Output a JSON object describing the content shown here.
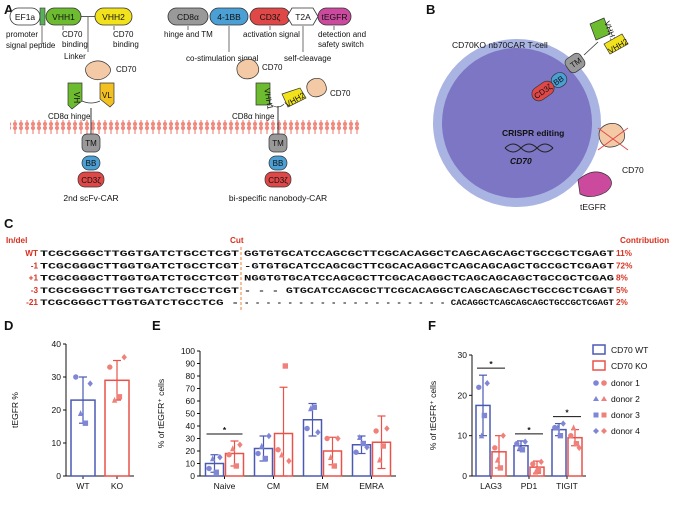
{
  "panels": {
    "A": "A",
    "B": "B",
    "C": "C",
    "D": "D",
    "E": "E",
    "F": "F"
  },
  "colors": {
    "wt": "#4a5ab3",
    "ko": "#e8524a",
    "dot_wt": "#7f86d6",
    "dot_ko": "#f0817a",
    "cut": "#f08030",
    "red_text": "#d7301f",
    "vhh1": "#6dbb2e",
    "vhh2": "#f2e21c",
    "cd8": "#999999",
    "bb": "#4a9fd4",
    "cd3z": "#e04848",
    "tegfr": "#cc4a9e",
    "cell": "#7c76c4",
    "cell_ring": "#a9b4e2"
  },
  "panel_a": {
    "construct": {
      "ef1a": "EF1a",
      "vhh1": "VHH1",
      "vhh2": "VHH2",
      "cd8a": "CD8α",
      "bb41": "4-1BB",
      "cd3z": "CD3ζ",
      "t2a": "T2A",
      "tegfr": "tEGFR"
    },
    "annotations": {
      "promoter": "promoter",
      "signal_peptide": "signal peptide",
      "cd70_binding_1": "CD70",
      "binding_1": "binding",
      "linker": "Linker",
      "cd70_binding_2": "CD70",
      "binding_2": "binding",
      "hinge_tm": "hinge and TM",
      "costim": "co-stimulation signal",
      "activation": "activation signal",
      "self_cleavage": "self-cleavage",
      "detection": "detection and",
      "safety": "safety switch"
    },
    "car1": {
      "cd70": "CD70",
      "vh": "VH",
      "vl": "VL",
      "hinge": "CD8α hinge",
      "tm": "TM",
      "bb": "BB",
      "cd3z": "CD3ζ",
      "title": "2nd scFv-CAR"
    },
    "car2": {
      "cd70_a": "CD70",
      "cd70_b": "CD70",
      "vhh1": "VHH1",
      "vhh2": "VHH2",
      "hinge": "CD8α hinge",
      "tm": "TM",
      "bb": "BB",
      "cd3z": "CD3ζ",
      "title": "bi-specific nanobody-CAR"
    }
  },
  "panel_b": {
    "cell_title": "CD70KO nb70CAR T-cell",
    "vhh1": "VHH1",
    "vhh2": "VHH2",
    "tm": "TM",
    "bb": "BB",
    "cd3z": "CD3ζ",
    "crispr": "CRISPR editing",
    "cd70_gene": "CD70",
    "cd70": "CD70",
    "tegfr": "tEGFR"
  },
  "panel_c": {
    "indel_header": "In/del",
    "cut_header": "Cut",
    "contribution_header": "Contribution",
    "rows": [
      {
        "indel": "WT",
        "left": "TCGCGGGCTTGGTGATCTGCCTCGT",
        "right": "GGTGTGCATCCAGCGCTTCGCACAGGCTCAGCAGCAGCTGCCGCTCGAGT",
        "contrib": "11%"
      },
      {
        "indel": "-1",
        "left": "TCGCGGGCTTGGTGATCTGCCTCGT",
        "right": "-GTGTGCATCCAGCGCTTCGCACAGGCTCAGCAGCAGCTGCCGCTCGAGT",
        "contrib": "72%"
      },
      {
        "indel": "+1",
        "left": "TCGCGGGCTTGGTGATCTGCCTCGT",
        "right": "NGGTGTGCATCCAGCGCTTCGCACAGGCTCAGCAGCAGCTGCCGCTCGAG",
        "contrib": "8%"
      },
      {
        "indel": "-3",
        "left": "TCGCGGGCTTGGTGATCTGCCTCGT",
        "right": "- - -  GTGCATCCAGCGCTTCGCACAGGCTCAGCAGCAGCTGCCGCTCGAGT",
        "contrib": "5%"
      },
      {
        "indel": "-21",
        "left": "TCGCGGGCTTGGTGATCTGCCTCG -",
        "right": "- - - - - - - - - - - - - - - - - - - CACAGGCTCAGCAGCAGCTGCCGCTCGAGT",
        "contrib": "2%"
      }
    ]
  },
  "legend": {
    "wt": "CD70 WT",
    "ko": "CD70 KO",
    "donors": [
      "donor 1",
      "donor 2",
      "donor 3",
      "donor 4"
    ]
  },
  "chart_data": [
    {
      "panel": "D",
      "type": "bar",
      "ylabel": "tEGFR %",
      "categories": [
        "WT",
        "KO"
      ],
      "ylim": [
        0,
        40
      ],
      "yticks": [
        0,
        10,
        20,
        30,
        40
      ],
      "series": [
        {
          "name": "CD70 WT",
          "values": [
            23
          ],
          "sd": [
            7
          ],
          "points": [
            [
              30,
              19,
              16,
              28
            ]
          ]
        },
        {
          "name": "CD70 KO",
          "values": [
            29
          ],
          "sd": [
            6
          ],
          "points": [
            [
              33,
              23,
              24,
              36
            ]
          ]
        }
      ]
    },
    {
      "panel": "E",
      "type": "bar",
      "ylabel": "% of tEGFR⁺ cells",
      "categories": [
        "Naive",
        "CM",
        "EM",
        "EMRA"
      ],
      "ylim": [
        0,
        100
      ],
      "yticks": [
        0,
        10,
        20,
        30,
        40,
        50,
        60,
        70,
        80,
        90,
        100
      ],
      "significance": [
        {
          "category": "Naive",
          "label": "*"
        }
      ],
      "series": [
        {
          "name": "CD70 WT",
          "values": [
            10,
            22,
            45,
            25
          ],
          "sd": [
            7,
            10,
            13,
            7
          ],
          "points": [
            [
              6,
              14,
              3,
              15
            ],
            [
              18,
              24,
              14,
              32
            ],
            [
              38,
              54,
              55,
              35
            ],
            [
              19,
              31,
              26,
              23
            ]
          ]
        },
        {
          "name": "CD70 KO",
          "values": [
            18,
            34,
            20,
            27
          ],
          "sd": [
            10,
            37,
            11,
            21
          ],
          "points": [
            [
              17,
              22,
              8,
              25
            ],
            [
              21,
              17,
              88,
              12
            ],
            [
              30,
              15,
              8,
              30
            ],
            [
              36,
              13,
              24,
              38
            ]
          ]
        }
      ]
    },
    {
      "panel": "F",
      "type": "bar",
      "ylabel": "% of tEGFR⁺ cells",
      "categories": [
        "LAG3",
        "PD1",
        "TIGIT"
      ],
      "ylim": [
        0,
        30
      ],
      "yticks": [
        0,
        10,
        20,
        30
      ],
      "significance": [
        {
          "category": "LAG3",
          "label": "*"
        },
        {
          "category": "PD1",
          "label": "*"
        },
        {
          "category": "TIGIT",
          "label": "*"
        }
      ],
      "series": [
        {
          "name": "CD70 WT",
          "values": [
            17.5,
            7.5,
            11.5
          ],
          "sd": [
            7.5,
            1.2,
            1.5
          ],
          "points": [
            [
              22,
              10,
              15,
              23
            ],
            [
              8,
              7,
              6.5,
              8.5
            ],
            [
              12,
              12,
              10,
              13
            ]
          ]
        },
        {
          "name": "CD70 KO",
          "values": [
            6,
            2.2,
            9.5
          ],
          "sd": [
            4,
            1.5,
            2
          ],
          "points": [
            [
              7,
              4,
              2,
              10
            ],
            [
              3,
              1,
              1.5,
              3.5
            ],
            [
              10,
              12,
              8,
              7
            ]
          ]
        }
      ]
    }
  ]
}
